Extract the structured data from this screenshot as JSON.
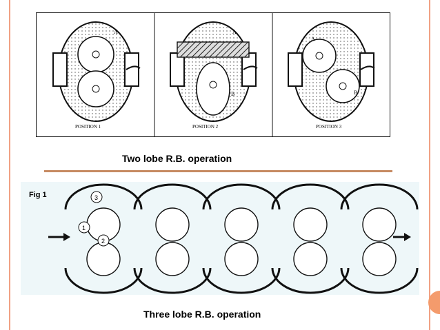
{
  "top_figure": {
    "positions": [
      "POSITION 1",
      "POSITION 2",
      "POSITION 3"
    ],
    "rotor_labels": {
      "a": "A",
      "b": "B"
    },
    "caption": "Two lobe R.B. operation"
  },
  "bottom_figure": {
    "fig_label": "Fig 1",
    "lobe_numbers": [
      "1",
      "2",
      "3"
    ],
    "caption": "Three lobe R.B. operation"
  },
  "colors": {
    "frame": "#f0a184",
    "divider": "#c68a62",
    "accent_dot": "#f49b6c",
    "fluid_blue": "#cde6f2"
  }
}
